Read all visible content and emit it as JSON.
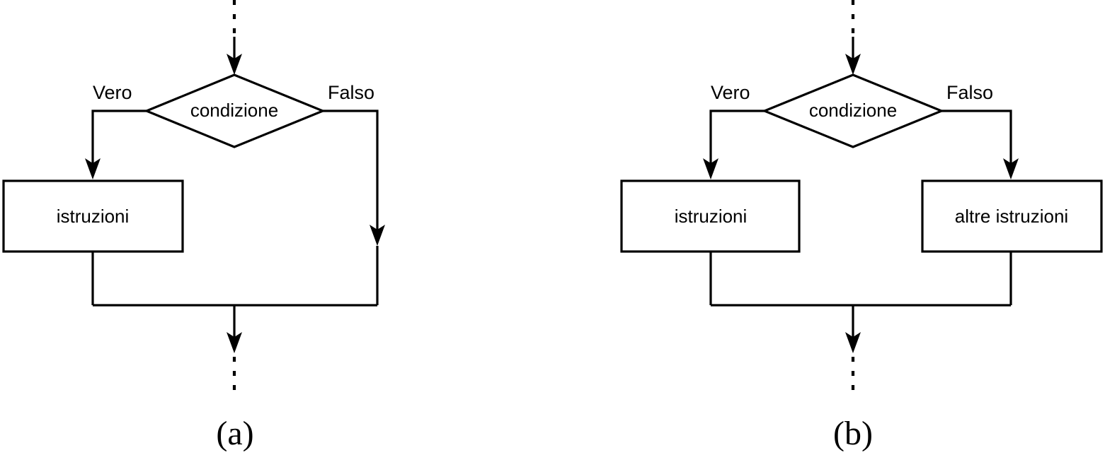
{
  "figure": {
    "background_color": "#ffffff",
    "stroke_color": "#000000",
    "panels": [
      {
        "id": "panel-a",
        "caption": "(a)",
        "decision": {
          "label": "condizione"
        },
        "branches": {
          "true_label": "Vero",
          "false_label": "Falso"
        },
        "boxes": [
          {
            "id": "istruzioni",
            "label": "istruzioni"
          }
        ]
      },
      {
        "id": "panel-b",
        "caption": "(b)",
        "decision": {
          "label": "condizione"
        },
        "branches": {
          "true_label": "Vero",
          "false_label": "Falso"
        },
        "boxes": [
          {
            "id": "istruzioni",
            "label": "istruzioni"
          },
          {
            "id": "altre-istruzioni",
            "label": "altre istruzioni"
          }
        ]
      }
    ]
  },
  "chart_data": {
    "type": "diagram",
    "title": "",
    "subtitle": "",
    "diagram_kind": "flowchart",
    "description": "Two control-flow flowcharts: (a) an if-then selection and (b) an if-then-else selection.",
    "nodes": [
      {
        "panel": "a",
        "id": "a-entry",
        "type": "terminator-dashed",
        "label": ""
      },
      {
        "panel": "a",
        "id": "a-cond",
        "type": "decision",
        "label": "condizione"
      },
      {
        "panel": "a",
        "id": "a-true",
        "type": "process",
        "label": "istruzioni"
      },
      {
        "panel": "a",
        "id": "a-exit",
        "type": "terminator-dashed",
        "label": ""
      },
      {
        "panel": "b",
        "id": "b-entry",
        "type": "terminator-dashed",
        "label": ""
      },
      {
        "panel": "b",
        "id": "b-cond",
        "type": "decision",
        "label": "condizione"
      },
      {
        "panel": "b",
        "id": "b-true",
        "type": "process",
        "label": "istruzioni"
      },
      {
        "panel": "b",
        "id": "b-false",
        "type": "process",
        "label": "altre istruzioni"
      },
      {
        "panel": "b",
        "id": "b-exit",
        "type": "terminator-dashed",
        "label": ""
      }
    ],
    "edges": [
      {
        "panel": "a",
        "from": "a-entry",
        "to": "a-cond",
        "label": ""
      },
      {
        "panel": "a",
        "from": "a-cond",
        "to": "a-true",
        "label": "Vero"
      },
      {
        "panel": "a",
        "from": "a-cond",
        "to": "a-exit",
        "label": "Falso"
      },
      {
        "panel": "a",
        "from": "a-true",
        "to": "a-exit",
        "label": ""
      },
      {
        "panel": "b",
        "from": "b-entry",
        "to": "b-cond",
        "label": ""
      },
      {
        "panel": "b",
        "from": "b-cond",
        "to": "b-true",
        "label": "Vero"
      },
      {
        "panel": "b",
        "from": "b-cond",
        "to": "b-false",
        "label": "Falso"
      },
      {
        "panel": "b",
        "from": "b-true",
        "to": "b-exit",
        "label": ""
      },
      {
        "panel": "b",
        "from": "b-false",
        "to": "b-exit",
        "label": ""
      }
    ],
    "captions": [
      "(a)",
      "(b)"
    ]
  }
}
